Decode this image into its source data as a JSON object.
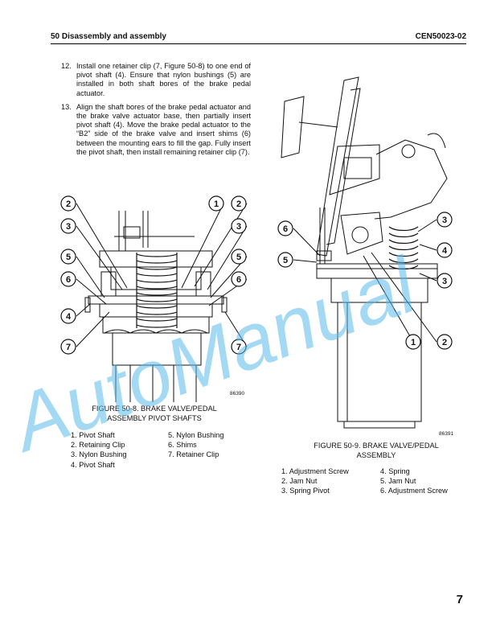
{
  "header": {
    "section": "50 Disassembly and assembly",
    "doc_id": "CEN50023-02"
  },
  "steps": [
    {
      "num": "12.",
      "text": "Install one retainer clip (7, Figure 50-8) to one end of pivot shaft (4). Ensure that nylon bushings (5) are installed in both shaft bores of the brake pedal actuator."
    },
    {
      "num": "13.",
      "text": "Align the shaft bores of the brake pedal actuator and the brake valve actuator base, then partially insert pivot shaft (4). Move the brake pedal actuator to the “B2” side of the brake valve and insert shims (6) between the mounting ears to fill the gap. Fully insert the pivot shaft, then install remaining retainer clip (7)."
    }
  ],
  "figure_50_8": {
    "code": "86390",
    "caption_line1": "FIGURE 50-8. BRAKE VALVE/PEDAL",
    "caption_line2": "ASSEMBLY PIVOT SHAFTS",
    "callouts": {
      "c1": "1",
      "c2": "2",
      "c3": "3",
      "c4": "4",
      "c5": "5",
      "c6": "6",
      "c7": "7"
    },
    "legend_left": [
      "1. Pivot Shaft",
      "2. Retaining Clip",
      "3. Nylon Bushing",
      "4. Pivot Shaft"
    ],
    "legend_right": [
      "5. Nylon Bushing",
      "6. Shims",
      "7. Retainer Clip"
    ]
  },
  "figure_50_9": {
    "code": "86391",
    "caption_line1": "FIGURE 50-9. BRAKE VALVE/PEDAL",
    "caption_line2": "ASSEMBLY",
    "callouts": {
      "c1": "1",
      "c2": "2",
      "c3": "3",
      "c4": "4",
      "c5": "5",
      "c6": "6"
    },
    "legend_left": [
      "1. Adjustment Screw",
      "2. Jam Nut",
      "3. Spring Pivot"
    ],
    "legend_right": [
      "4. Spring",
      "5. Jam Nut",
      "6. Adjustment Screw"
    ]
  },
  "watermark": "AutoManual",
  "page_number": "7",
  "colors": {
    "watermark": "#5ab9eb",
    "ink": "#111111"
  }
}
